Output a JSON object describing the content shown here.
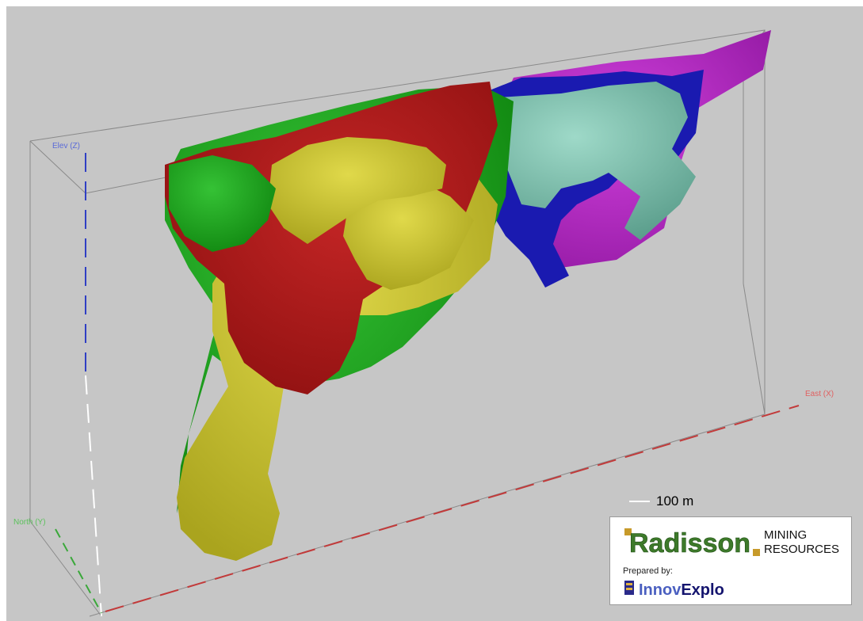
{
  "axes": {
    "elev_label": "Elev (Z)",
    "east_label": "East (X)",
    "north_label": "North (Y)"
  },
  "scale_bar": {
    "label": "100 m"
  },
  "logo": {
    "brand": "Radisson",
    "sub_line1": "MINING",
    "sub_line2": "RESOURCES",
    "prepared_by": "Prepared by:",
    "partner": "InnovExplo"
  },
  "colors": {
    "background": "#c6c6c6",
    "green": "#1fa31f",
    "red": "#a81616",
    "yellow": "#c9c22a",
    "magenta": "#b520c4",
    "blue": "#1a1ab0",
    "teal": "#6fb8a5",
    "brand_green": "#3d7a2a",
    "brand_gold": "#c79a2a"
  },
  "icons": [
    "innovexplo-emblem-icon"
  ]
}
